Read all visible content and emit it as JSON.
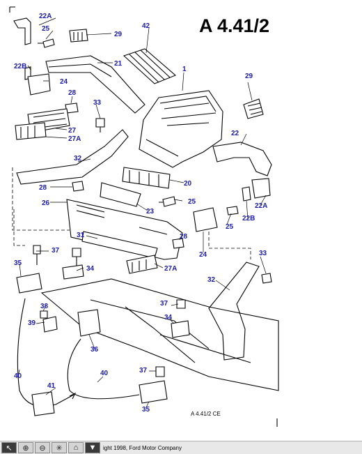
{
  "title": "A 4.41/2",
  "reference_code": "A 4.41/2 CE",
  "copyright": "ight 1998, Ford Motor Company",
  "callouts": [
    "22A",
    "25",
    "29",
    "42",
    "22B",
    "21",
    "1",
    "29",
    "24",
    "28",
    "33",
    "22",
    "27",
    "27A",
    "32",
    "20",
    "28",
    "25",
    "26",
    "22A",
    "23",
    "22B",
    "25",
    "31",
    "28",
    "24",
    "33",
    "37",
    "35",
    "34",
    "27A",
    "32",
    "37",
    "38",
    "34",
    "39",
    "36",
    "40",
    "40",
    "37",
    "41",
    "35"
  ],
  "toolbar": {
    "icons": [
      "pointer-icon",
      "zoom-in-icon",
      "zoom-out-icon",
      "fit-icon",
      "home-icon",
      "dropdown-icon"
    ]
  },
  "colors": {
    "callout": "#1a1aa8",
    "line": "#000000",
    "toolbar": "#e8e8e8"
  }
}
